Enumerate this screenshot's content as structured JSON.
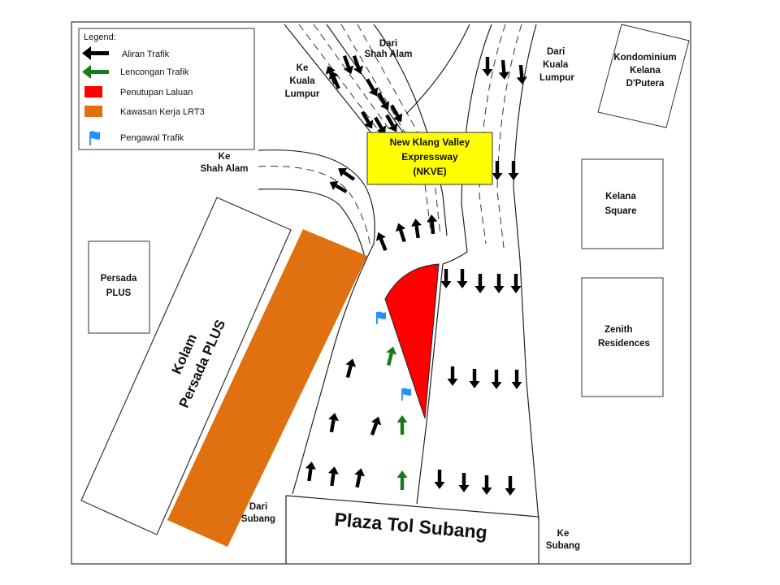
{
  "legend": {
    "title": "Legend:",
    "items": [
      {
        "label": "Aliran Trafik",
        "color": "#000000",
        "icon": "black-arrow-icon"
      },
      {
        "label": "Lencongan Trafik",
        "color": "#1a7a1a",
        "icon": "green-arrow-icon"
      },
      {
        "label": "Penutupan Laluan",
        "color": "#ff0000",
        "icon": "red-swatch-icon"
      },
      {
        "label": "Kawasan Kerja LRT3",
        "color": "#e07010",
        "icon": "orange-swatch-icon"
      },
      {
        "label": "Pengawal Trafik",
        "color": "#1e90ff",
        "icon": "blue-flag-icon"
      }
    ]
  },
  "highway": {
    "line1": "New Klang Valley",
    "line2": "Expressway",
    "line3": "(NKVE)",
    "color": "#ffff00"
  },
  "places": {
    "dari_shah_alam": [
      "Dari",
      "Shah Alam"
    ],
    "ke_kuala_lumpur": [
      "Ke",
      "Kuala",
      "Lumpur"
    ],
    "dari_kuala_lumpur": [
      "Dari",
      "Kuala",
      "Lumpur"
    ],
    "ke_shah_alam": [
      "Ke",
      "Shah Alam"
    ],
    "dari_subang": [
      "Dari",
      "Subang"
    ],
    "ke_subang": [
      "Ke",
      "Subang"
    ]
  },
  "buildings": {
    "kondominium": [
      "Kondominium",
      "Kelana",
      "D'Putera"
    ],
    "kelana_square": [
      "Kelana",
      "Square"
    ],
    "zenith": [
      "Zenith",
      "Residences"
    ],
    "persada_plus": [
      "Persada",
      "PLUS"
    ],
    "kolam": [
      "Kolam",
      "Persada PLUS"
    ]
  },
  "toll_plaza": "Plaza Tol Subang"
}
